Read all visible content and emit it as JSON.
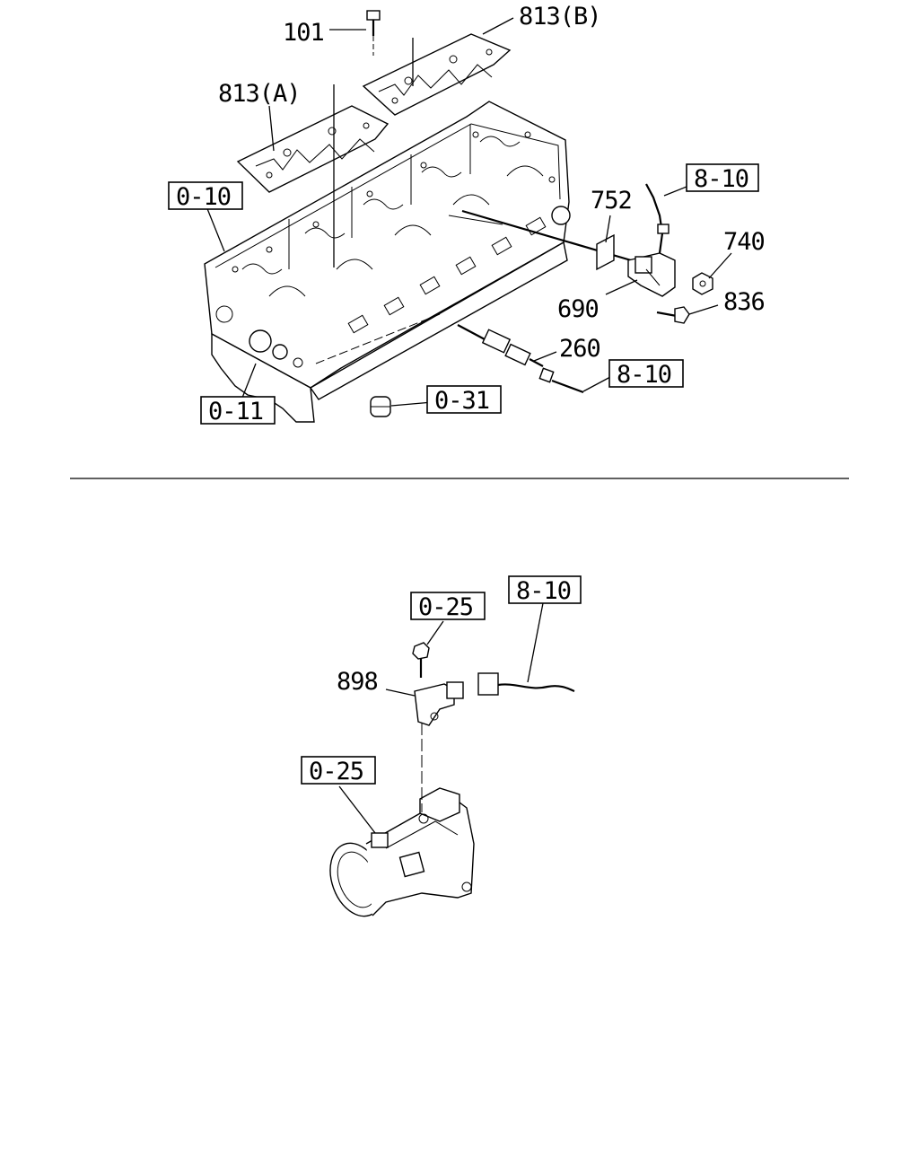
{
  "callouts": {
    "c101": "101",
    "c813b": "813(B)",
    "c813a": "813(A)",
    "c752": "752",
    "c740": "740",
    "c690": "690",
    "c836": "836",
    "c260": "260",
    "c898": "898"
  },
  "refs": {
    "r010": "0-10",
    "r810a": "8-10",
    "r810b": "8-10",
    "r011": "0-11",
    "r031": "0-31",
    "r025a": "0-25",
    "r810c": "8-10",
    "r025b": "0-25"
  }
}
